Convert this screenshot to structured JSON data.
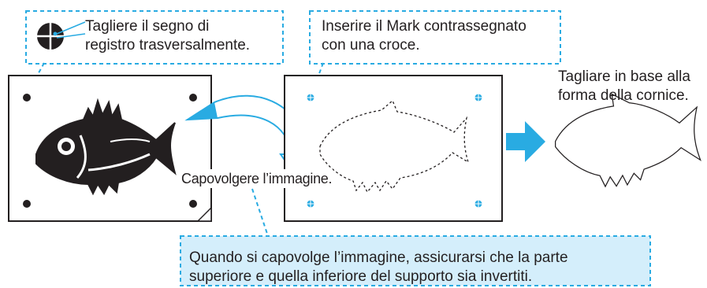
{
  "labels": {
    "step1": [
      "Tagliere il segno di",
      "registro trasversalmente."
    ],
    "step2": [
      "Inserire il Mark contrassegnato",
      "con una croce."
    ],
    "step3": [
      "Tagliare in base alla",
      "forma della cornice."
    ],
    "flip": "Capovolgere l’immagine.",
    "note": [
      "Quando si capovolge l’immagine, assicurarsi che la parte",
      "superiore e quella inferiore del supporto sia invertiti."
    ]
  },
  "colors": {
    "callout_border": "#29abe2",
    "note_fill": "#d4eefb",
    "arrow_fill": "#29abe2",
    "ink": "#231f20",
    "mark": "#29abe2"
  },
  "icons": [
    "registration-mark-icon",
    "crossed-mark-icon",
    "fish-illustration",
    "fish-outline-dashed",
    "fish-outline-solid",
    "flip-arrow-icon",
    "right-arrow-icon"
  ]
}
